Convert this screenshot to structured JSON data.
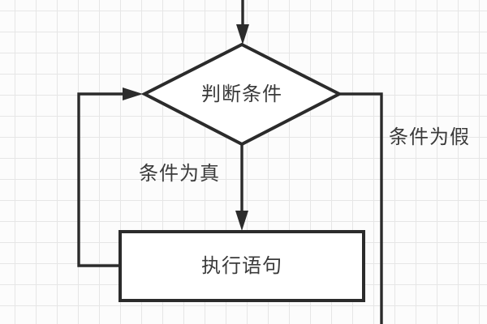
{
  "flowchart": {
    "decision": {
      "shape": "diamond",
      "label": "判断条件"
    },
    "process": {
      "shape": "rectangle",
      "label": "执行语句"
    },
    "edges": {
      "true_label": "条件为真",
      "false_label": "条件为假"
    },
    "colors": {
      "line": "#2b2b2b",
      "text": "#3a3a3a",
      "grid": "#e6e6e6",
      "paper": "#fcfcfc"
    }
  }
}
